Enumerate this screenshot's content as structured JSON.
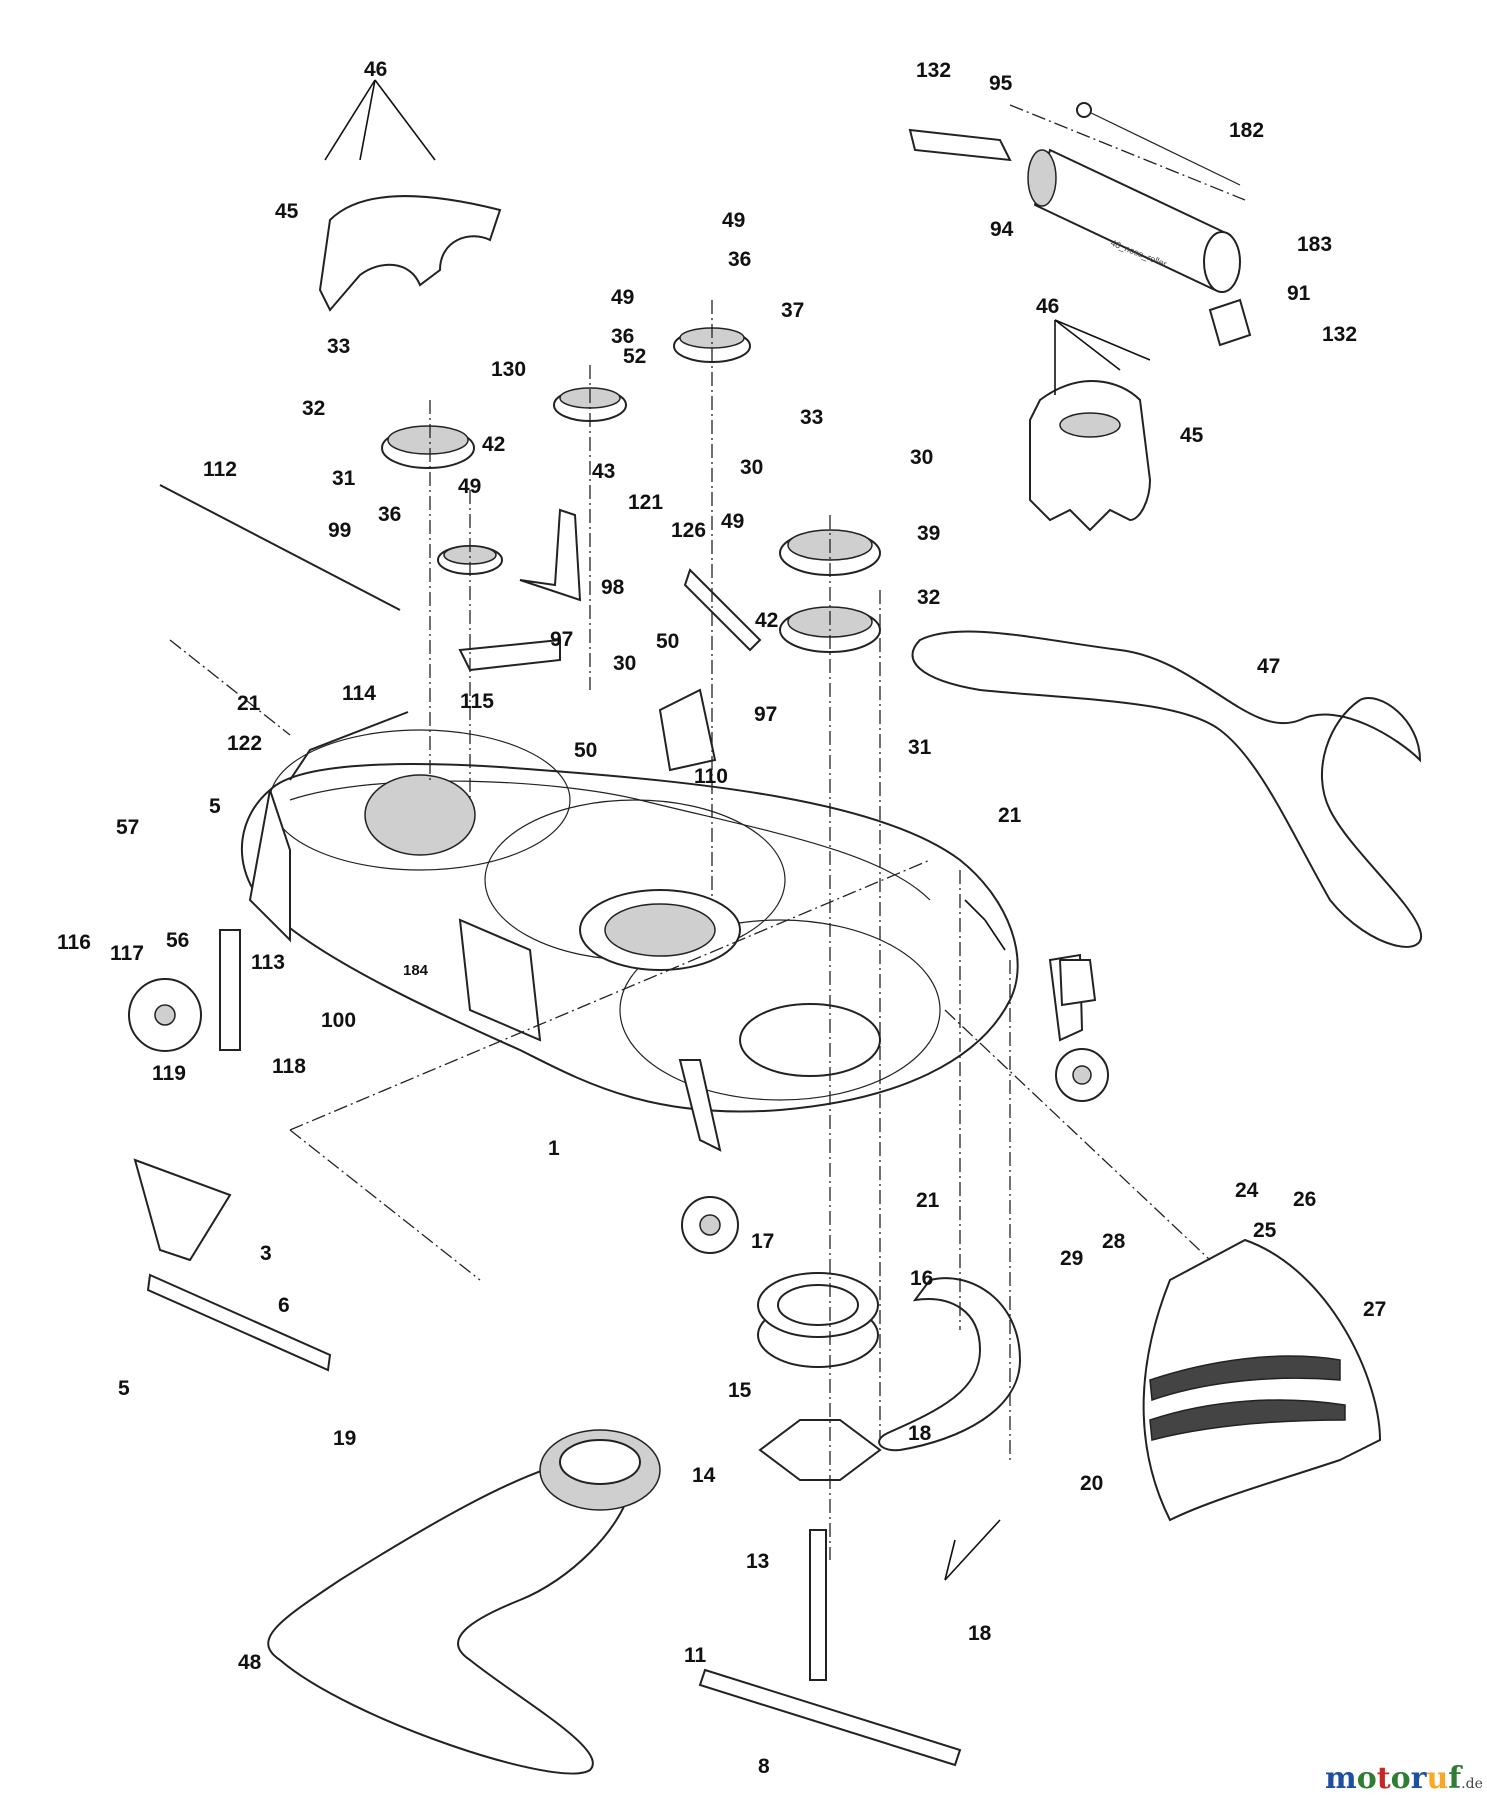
{
  "labels": [
    "1",
    "3",
    "5",
    "5",
    "6",
    "8",
    "11",
    "13",
    "14",
    "15",
    "16",
    "17",
    "18",
    "18",
    "19",
    "20",
    "21",
    "21",
    "21",
    "24",
    "25",
    "26",
    "27",
    "28",
    "29",
    "30",
    "30",
    "30",
    "31",
    "31",
    "32",
    "32",
    "33",
    "33",
    "36",
    "36",
    "36",
    "37",
    "39",
    "42",
    "42",
    "43",
    "45",
    "45",
    "46",
    "46",
    "47",
    "48",
    "49",
    "49",
    "49",
    "49",
    "50",
    "50",
    "52",
    "56",
    "57",
    "91",
    "94",
    "95",
    "97",
    "97",
    "98",
    "99",
    "100",
    "110",
    "112",
    "113",
    "114",
    "115",
    "116",
    "117",
    "118",
    "119",
    "121",
    "122",
    "126",
    "130",
    "132",
    "132",
    "182",
    "183",
    "184"
  ],
  "roller_caption": "48_nose_roller",
  "watermark": {
    "name": "motoruf",
    "suffix": ".de",
    "colors": {
      "m": "#1f4fa0",
      "o": "#2e7d32",
      "t": "#c62828",
      "r": "#1f4fa0",
      "u": "#f9a825",
      "f": "#2e7d32"
    }
  }
}
